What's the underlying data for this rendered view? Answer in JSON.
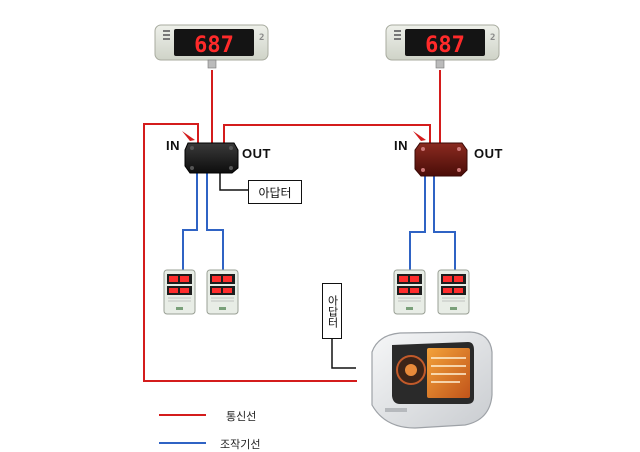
{
  "displays": [
    {
      "id": "left",
      "digits": "687",
      "sup": "2"
    },
    {
      "id": "right",
      "digits": "687",
      "sup": "2"
    }
  ],
  "units": {
    "left": {
      "in_label": "IN",
      "out_label": "OUT",
      "color": "#1a1a1a"
    },
    "right": {
      "in_label": "IN",
      "out_label": "OUT",
      "color": "#6b1a12"
    }
  },
  "adapter_labels": {
    "horizontal": "아답터",
    "vertical": "아답터"
  },
  "legend": [
    {
      "label": "통신선",
      "color": "#d41c1c"
    },
    {
      "label": "조작기선",
      "color": "#2f63c4"
    }
  ],
  "colors": {
    "comm_line": "#d41c1c",
    "control_line": "#2f63c4"
  }
}
